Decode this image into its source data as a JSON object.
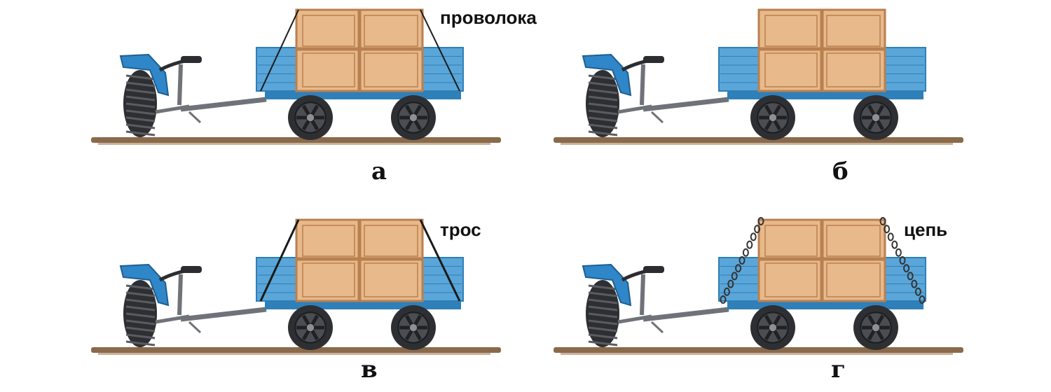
{
  "panels": [
    {
      "id": "a",
      "caption": "а",
      "annotation": "проволока",
      "fastener": "wire"
    },
    {
      "id": "b",
      "caption": "б",
      "annotation": "",
      "fastener": "none"
    },
    {
      "id": "v",
      "caption": "в",
      "annotation": "трос",
      "fastener": "cable"
    },
    {
      "id": "g",
      "caption": "г",
      "annotation": "цепь",
      "fastener": "chain"
    }
  ],
  "colors": {
    "trailer_blue": "#5aa6d9",
    "trailer_blue_dark": "#2f7fb8",
    "crate": "#e8b98a",
    "crate_frame": "#b9804f",
    "ground": "#8a6a4a",
    "tyre": "#2e2f33",
    "metal": "#6f7379",
    "tractor_blue": "#2f86c8"
  }
}
